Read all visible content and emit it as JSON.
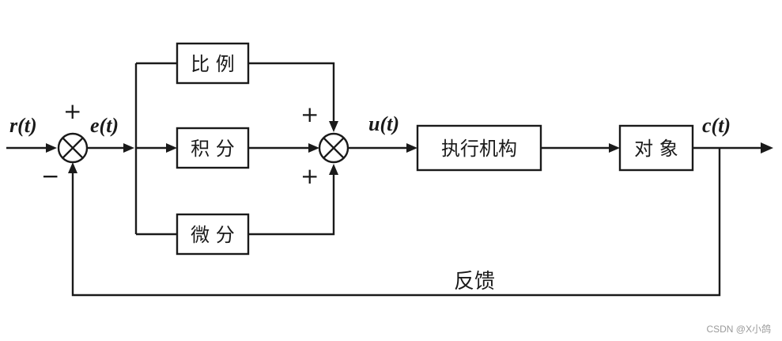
{
  "signals": {
    "input": "r(t)",
    "error": "e(t)",
    "control": "u(t)",
    "output": "c(t)"
  },
  "blocks": {
    "proportional": "比 例",
    "integral": "积 分",
    "derivative": "微 分",
    "actuator": "执行机构",
    "plant": "对 象"
  },
  "signs": {
    "sum1_plus": "+",
    "sum1_minus": "−",
    "sum2_top_plus": "+",
    "sum2_bottom_plus": "+"
  },
  "feedback_label": "反馈",
  "watermark": "CSDN @X小鸽"
}
